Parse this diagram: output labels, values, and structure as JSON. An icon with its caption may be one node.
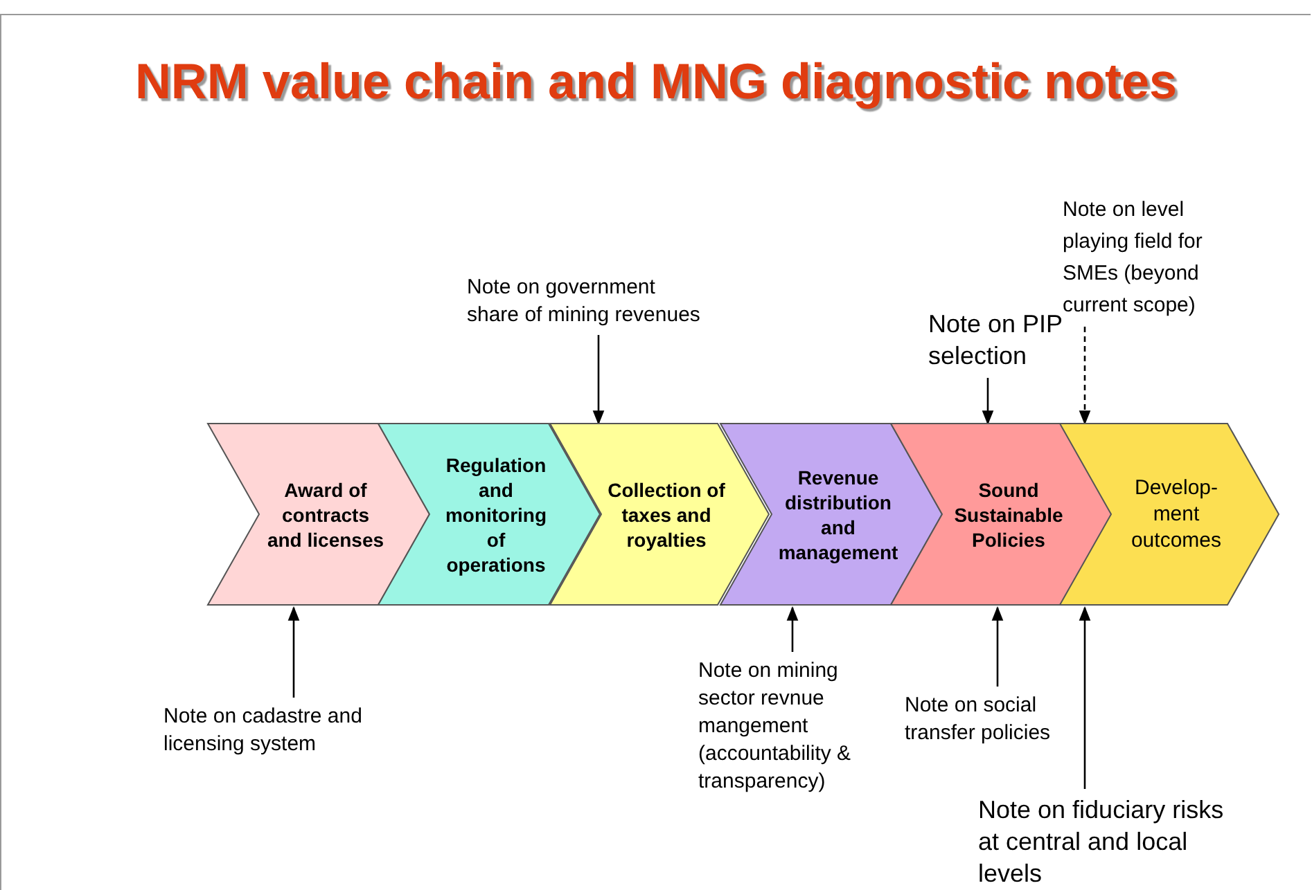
{
  "diagram": {
    "title": "NRM value chain and MNG diagnostic notes",
    "nodes": [
      {
        "text": [
          "Award of contracts and licenses"
        ]
      },
      {
        "text": [
          "Regulation and monitoring of operations"
        ]
      },
      {
        "text": [
          "Collection of taxes and royalties"
        ]
      },
      {
        "text": [
          "Revenue distribution and management"
        ]
      },
      {
        "text": [
          "Sound Sustainable Policies"
        ]
      },
      {
        "text": [
          "Develop- ment outcomes"
        ]
      },
      {
        "text": [
          "Note on government share of mining revenues"
        ]
      },
      {
        "text": [
          "Note on level playing field for SMEs (beyond current scope)"
        ]
      },
      {
        "text": [
          "Note on PIP selection"
        ]
      },
      {
        "text": [
          "Note on cadastre and licensing system"
        ]
      },
      {
        "text": [
          "Note on mining sector revnue mangement (accountability & transparency)"
        ]
      },
      {
        "text": [
          "Note on social transfer policies"
        ]
      },
      {
        "text": [
          "Note on fiduciary risks at central and local levels"
        ]
      }
    ],
    "edges": [
      {
        "from": 6,
        "to": 2,
        "arrow": "to"
      },
      {
        "from": 7,
        "to": 5,
        "arrow": "to",
        "style": "dashed"
      },
      {
        "from": 8,
        "to": 4,
        "arrow": "to"
      },
      {
        "from": 9,
        "to": 0,
        "arrow": "to"
      },
      {
        "from": 10,
        "to": 3,
        "arrow": "to"
      },
      {
        "from": 11,
        "to": 4,
        "arrow": "to"
      },
      {
        "from": 12,
        "to": 5,
        "arrow": "to"
      }
    ]
  }
}
